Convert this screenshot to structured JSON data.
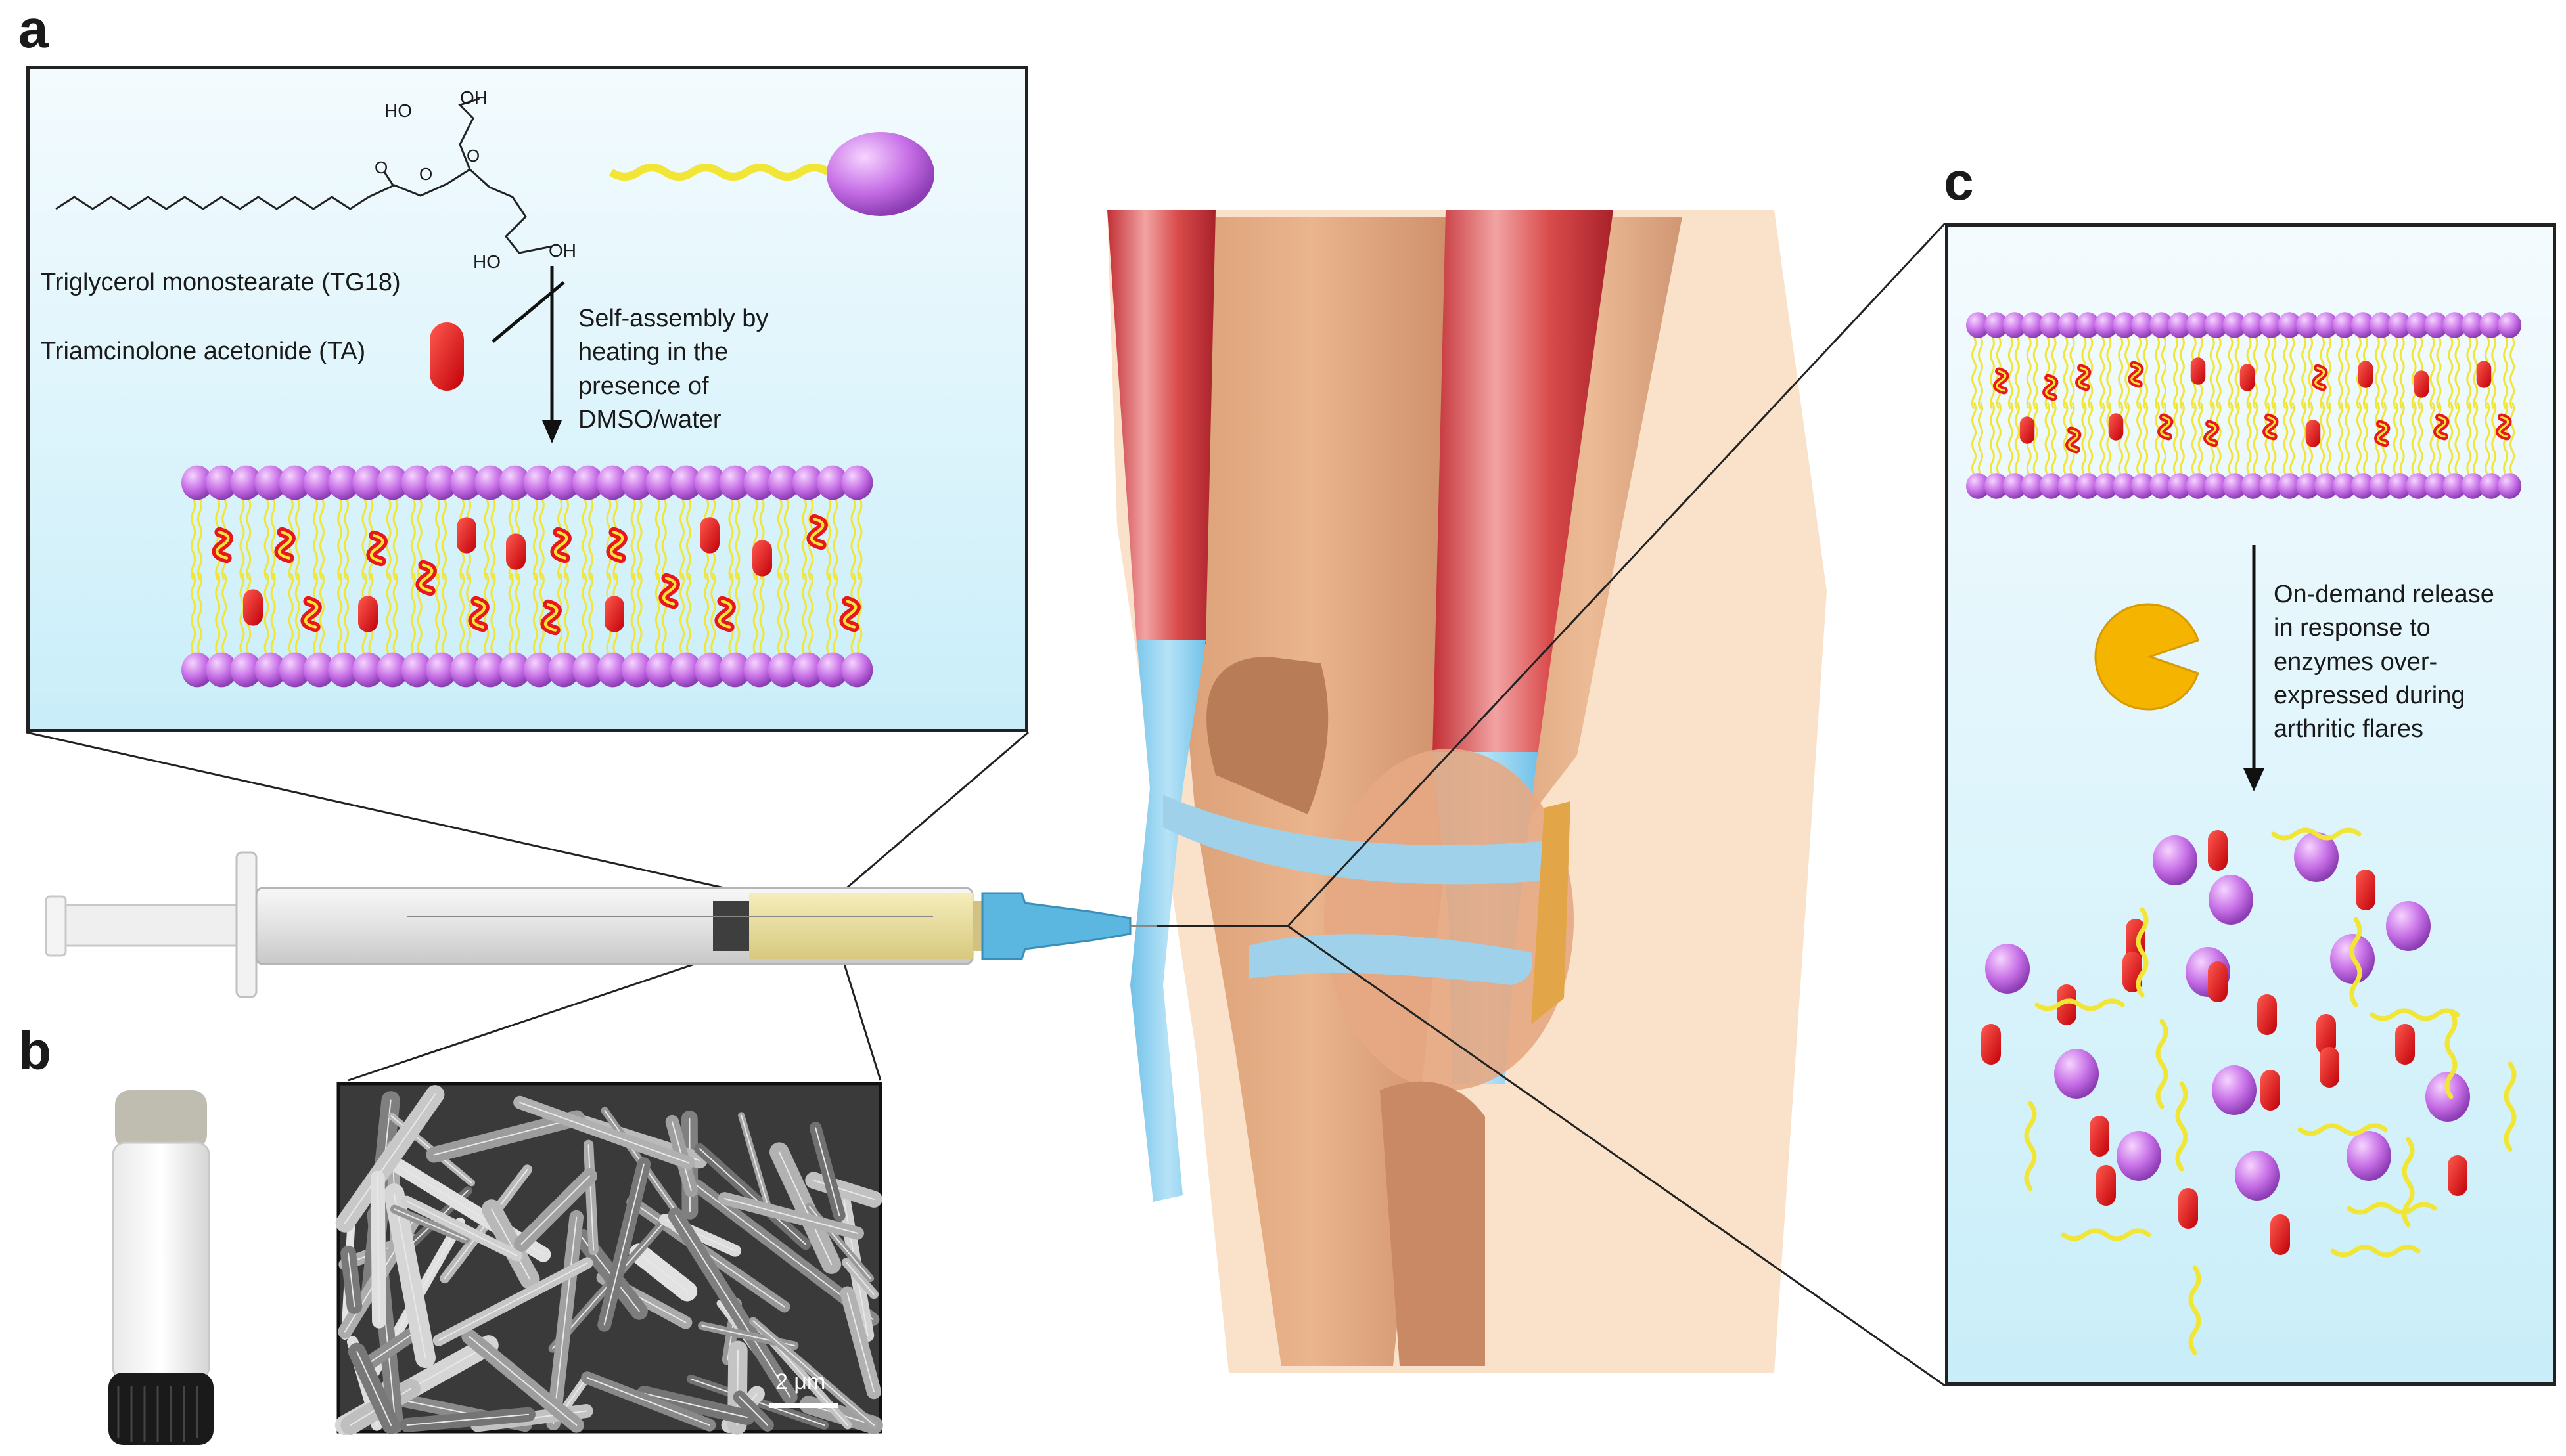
{
  "panels": {
    "a": {
      "letter": "a"
    },
    "b": {
      "letter": "b"
    },
    "c": {
      "letter": "c"
    }
  },
  "panel_a": {
    "molecule_hydroxyls": [
      "HO",
      "OH",
      "HO",
      "OH"
    ],
    "ester_oxygens": [
      "O",
      "O",
      "O"
    ],
    "tg18_label": "Triglycerol monostearate (TG18)",
    "ta_label": "Triamcinolone acetonide (TA)",
    "assembly_text": [
      "Self-assembly by",
      "heating in the",
      "presence of",
      "DMSO/water"
    ]
  },
  "panel_b": {
    "scale_bar": "2 μm"
  },
  "panel_c": {
    "release_text": [
      "On-demand release",
      "in response to",
      "enzymes over-",
      "expressed during",
      "arthritic flares"
    ]
  },
  "colors": {
    "lipid_head": "#c66ee6",
    "drug": "#e8171b",
    "tail": "#f1e536",
    "panel_bg": "#cdeef9",
    "muscle": "#d94b4b",
    "tendon": "#8fd0f0",
    "skin": "#f7dcc0",
    "enzyme": "#f5b400"
  },
  "icons": [
    "syringe-icon",
    "vial-icon",
    "enzyme-pacman-icon",
    "knee-joint-icon",
    "sem-micrograph"
  ]
}
